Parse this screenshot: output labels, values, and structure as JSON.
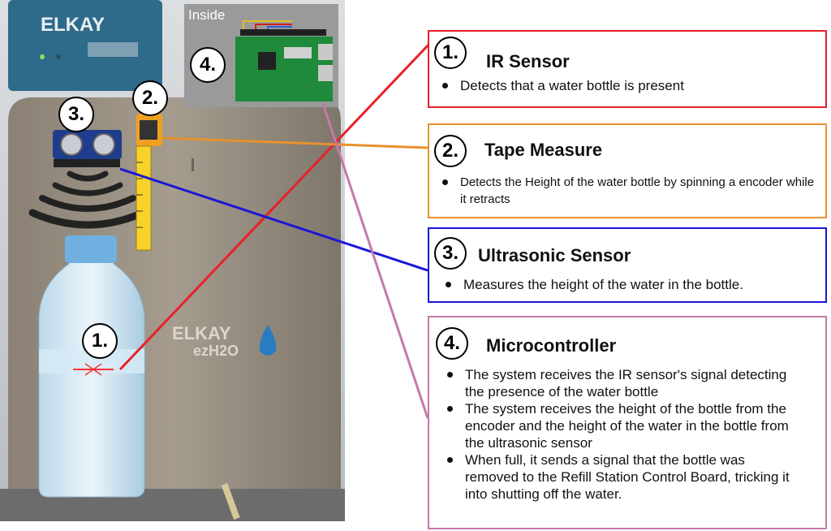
{
  "inset_label": "Inside",
  "brand": {
    "top_logo": "ELKAY",
    "mid_logo": "ELKAY",
    "sub_logo": "ezH2O"
  },
  "image_markers": [
    "1.",
    "2.",
    "3.",
    "4."
  ],
  "colors": {
    "ir": "#e8202a",
    "tape": "#e8902e",
    "ultrasonic": "#1a16d8",
    "micro": "#c478a8"
  },
  "callouts": [
    {
      "number": "1.",
      "title": "IR Sensor",
      "bullets": [
        "Detects that a water bottle is present"
      ]
    },
    {
      "number": "2.",
      "title": "Tape Measure",
      "bullets": [
        "Detects the Height of the water bottle by spinning a encoder while it retracts"
      ]
    },
    {
      "number": "3.",
      "title": "Ultrasonic Sensor",
      "bullets": [
        "Measures the height of the water in the bottle."
      ]
    },
    {
      "number": "4.",
      "title": "Microcontroller",
      "bullets": [
        "The system receives the IR sensor's signal detecting the presence of the water bottle",
        "The system receives the height of the bottle from the encoder and the height of the water in the bottle from the ultrasonic sensor",
        "When full, it sends a signal that the bottle was removed to the Refill Station Control Board, tricking it into shutting off the water."
      ]
    }
  ]
}
